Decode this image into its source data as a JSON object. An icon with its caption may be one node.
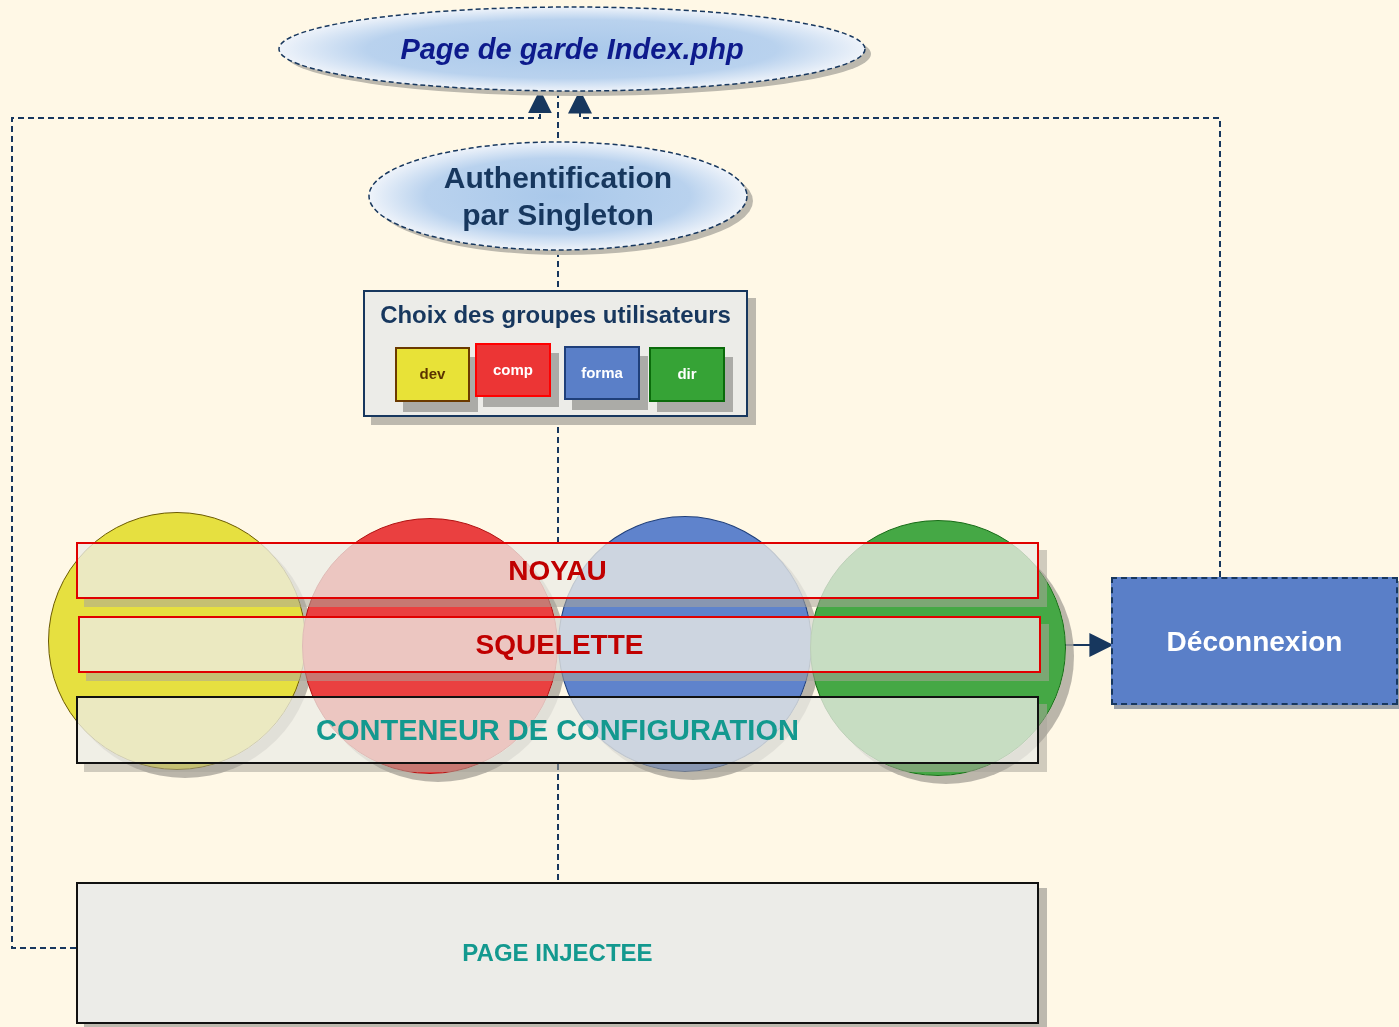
{
  "diagram": {
    "nodes": [
      {
        "text": [
          "Page de garde Index.php"
        ]
      },
      {
        "text": [
          "Authentification par Singleton"
        ]
      },
      {
        "text": [
          "Choix des groupes utilisateurs"
        ]
      },
      {
        "text": [
          "dev"
        ],
        "in": 2
      },
      {
        "text": [
          "comp"
        ],
        "in": 2
      },
      {
        "text": [
          "forma"
        ],
        "in": 2
      },
      {
        "text": [
          "dir"
        ],
        "in": 2
      },
      {
        "text": [],
        "shape": "circle"
      },
      {
        "text": [],
        "shape": "circle"
      },
      {
        "text": [],
        "shape": "circle"
      },
      {
        "text": [],
        "shape": "circle"
      },
      {
        "text": [
          "NOYAU"
        ]
      },
      {
        "text": [
          "SQUELETTE"
        ]
      },
      {
        "text": [
          "CONTENEUR DE CONFIGURATION"
        ]
      },
      {
        "text": [
          "PAGE INJECTEE"
        ]
      },
      {
        "text": [
          "Déconnexion"
        ]
      }
    ],
    "edges": [
      {
        "from": 0,
        "to": 1,
        "arrow": "none",
        "style": "dashed"
      },
      {
        "from": 1,
        "to": 2,
        "arrow": "none",
        "style": "dashed"
      },
      {
        "from": 2,
        "to": 11,
        "arrow": "none",
        "style": "dashed"
      },
      {
        "from": 13,
        "to": 14,
        "arrow": "none",
        "style": "dashed"
      },
      {
        "from": 14,
        "to": 0,
        "arrow": "to",
        "style": "dashed"
      },
      {
        "from": 15,
        "to": 0,
        "arrow": "to",
        "style": "dashed"
      },
      {
        "from": 10,
        "to": 15,
        "arrow": "to"
      }
    ]
  }
}
